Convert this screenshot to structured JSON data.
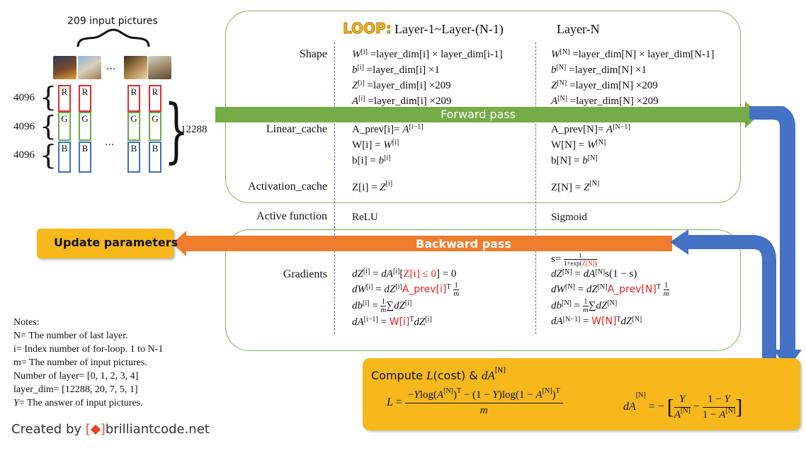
{
  "inputs": {
    "caption": "209 input pictures",
    "ellipsis": "...",
    "channel_size": "4096",
    "total_size": "12288",
    "channels": [
      "R",
      "G",
      "B"
    ]
  },
  "header": {
    "loop_label": "LOOP:",
    "col1_title": "Layer-1~Layer-(N-1)",
    "col2_title": "Layer-N"
  },
  "rows": {
    "shape": "Shape",
    "linear_cache": "Linear_cache",
    "activation_cache": "Activation_cache",
    "active_function": "Active function",
    "gradients": "Gradients"
  },
  "shape": {
    "col1": [
      {
        "sym": "W",
        "sup": "[i]",
        "rest": " =layer_dim[i] × layer_dim[i-1]"
      },
      {
        "sym": "b",
        "sup": "[i]",
        "rest": "  =layer_dim[i] ×1"
      },
      {
        "sym": "Z",
        "sup": "[i]",
        "rest": "  =layer_dim[i] ×209"
      },
      {
        "sym": "A",
        "sup": "[i]",
        "rest": "  =layer_dim[i] ×209"
      }
    ],
    "col2": [
      {
        "sym": "W",
        "sup": "[N]",
        "rest": " =layer_dim[N] × layer_dim[N-1]"
      },
      {
        "sym": "b",
        "sup": "[N]",
        "rest": "  =layer_dim[N] ×1"
      },
      {
        "sym": "Z",
        "sup": "[N]",
        "rest": "  =layer_dim[N] ×209"
      },
      {
        "sym": "A",
        "sup": "[N]",
        "rest": "  =layer_dim[N] ×209"
      }
    ]
  },
  "linear_cache": {
    "col1": [
      {
        "lhs": "A_prev[i]= ",
        "sym": "A",
        "sup": "[i−1]"
      },
      {
        "lhs": "W[i] = ",
        "sym": "W",
        "sup": "[i]"
      },
      {
        "lhs": "b[i] = ",
        "sym": "b",
        "sup": "[i]"
      }
    ],
    "col2": [
      {
        "lhs": "A_prev[N]= ",
        "sym": "A",
        "sup": "[N−1]"
      },
      {
        "lhs": "W[N] = ",
        "sym": "W",
        "sup": "[N]"
      },
      {
        "lhs": "b[N] = ",
        "sym": "b",
        "sup": "[N]"
      }
    ]
  },
  "activation_cache": {
    "col1": {
      "lhs": "Z[i] = ",
      "sym": "Z",
      "sup": "[i]"
    },
    "col2": {
      "lhs": "Z[N] = ",
      "sym": "Z",
      "sup": "[N]"
    }
  },
  "activation": {
    "col1": "ReLU",
    "col2": "Sigmoid"
  },
  "arrows": {
    "forward": "Forward pass",
    "backward": "Backward pass",
    "update": "Update parameters"
  },
  "gradients": {
    "col1": {
      "dZ_cond": "Z[i] ≤ 0",
      "dW_red": "A_prev[i]",
      "dA_red": "W[i]"
    },
    "col2": {
      "s_den": "1+exp(",
      "s_den_red": "Z[N]",
      "dW_red": "A_prev[N]",
      "dA_red": "W[N]"
    }
  },
  "compute": {
    "title_prefix": "Compute ",
    "title_cost": "(cost) & "
  },
  "notes": {
    "title": "Notes:",
    "lines": [
      "N= The number of last layer.",
      "i= Index number of for-loop. 1 to N-1",
      "m= The number of input pictures.",
      "Number of layer= [0, 1, 2, 3, 4]",
      "layer_dim= [12288, 20, 7, 5, 1]"
    ],
    "y_sym": "Y",
    "y_text": "= The answer of input pictures."
  },
  "credit": {
    "prefix": "Created by ",
    "site": "brilliantcode.net"
  },
  "colors": {
    "panel_border": "#7cb45a",
    "forward_arrow": "#74ad47",
    "backward_arrow": "#ef7d2d",
    "update_box": "#f7b81c",
    "loop_gold": "#f4b324",
    "blue_arrow": "#4472c4",
    "highlight_red": "#e8211d"
  }
}
